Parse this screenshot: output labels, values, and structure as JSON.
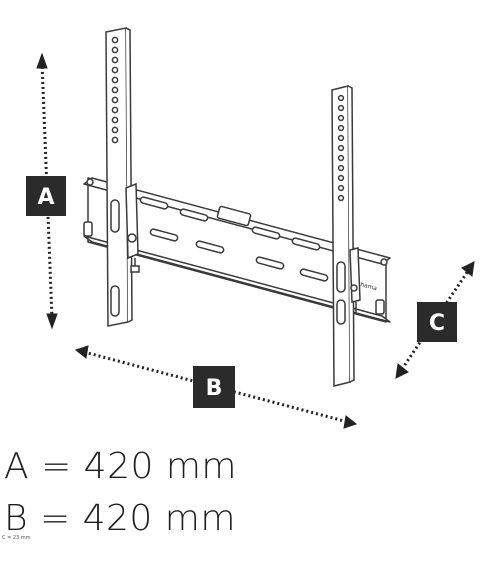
{
  "labels": {
    "a": "A",
    "b": "B",
    "c": "C",
    "brand": "hama"
  },
  "dimensions": {
    "a_text": "A = 420 mm",
    "b_text": "B = 420 mm",
    "c_text": "C = 23 mm"
  },
  "colors": {
    "badge": "#2b2b2b",
    "stroke": "#3a3a3a",
    "fill": "#ffffff"
  }
}
